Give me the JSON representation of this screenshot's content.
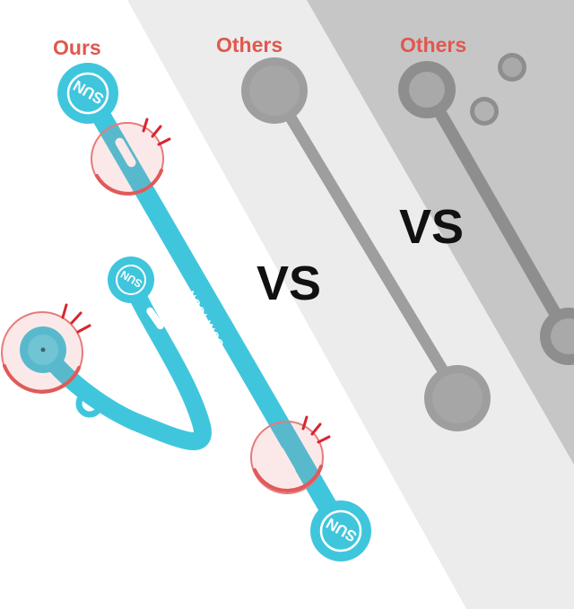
{
  "labels": {
    "ours": "Ours",
    "others_1": "Others",
    "others_2": "Others"
  },
  "vs_text": {
    "center": "VS",
    "right": "VS"
  },
  "product_text": {
    "logo": "SUN",
    "band_print": "SUNFICON"
  },
  "colors": {
    "label_red": "#e0584f",
    "ours_teal": "#3fc6dd",
    "others_gray": "#9a9a9a",
    "panel_mid": "#e9e9e9",
    "panel_right": "#c9c9c9",
    "callout_red": "#d8262f"
  }
}
